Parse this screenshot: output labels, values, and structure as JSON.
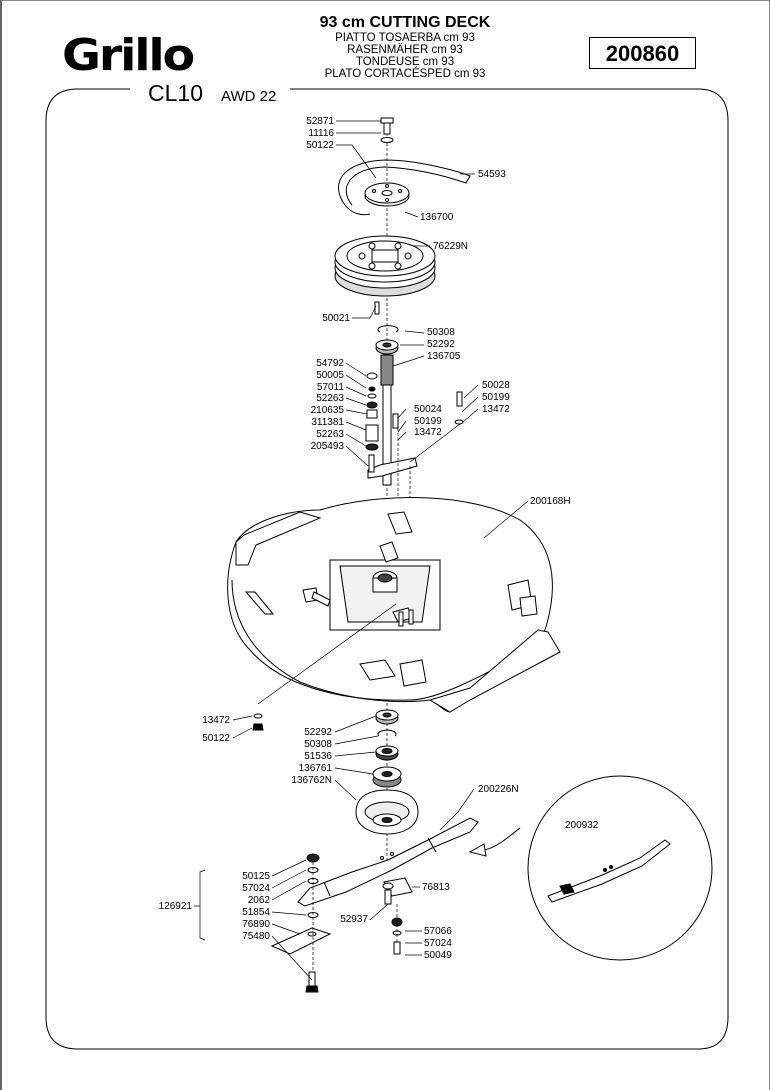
{
  "header": {
    "brand": "Grillo",
    "model": "CL10",
    "variant": "AWD 22",
    "title": "93 cm CUTTING DECK",
    "subtitles": [
      "PIATTO TOSAERBA cm 93",
      "RASENMÄHER cm 93",
      "TONDEUSE cm 93",
      "PLATO CORTACÉSPED cm 93"
    ],
    "code": "200860"
  },
  "parts": {
    "p52871": "52871",
    "p11116": "11116",
    "p50122a": "50122",
    "p54593": "54593",
    "p136700": "136700",
    "p76229N": "76229N",
    "p50021": "50021",
    "p50308a": "50308",
    "p52292a": "52292",
    "p136705": "136705",
    "p54792": "54792",
    "p50005": "50005",
    "p57011": "57011",
    "p52263a": "52263",
    "p210635": "210635",
    "p311381": "311381",
    "p52263b": "52263",
    "p205493": "205493",
    "p50024": "50024",
    "p50199a": "50199",
    "p13472a": "13472",
    "p50028": "50028",
    "p50199b": "50199",
    "p13472b": "13472",
    "p200168H": "200168H",
    "p13472c": "13472",
    "p50122b": "50122",
    "p52292b": "52292",
    "p50308b": "50308",
    "p51536": "51536",
    "p136761": "136761",
    "p136762N": "136762N",
    "p200226N": "200226N",
    "p200932": "200932",
    "p50125": "50125",
    "p57024a": "57024",
    "p2062": "2062",
    "p51854": "51854",
    "p76890": "76890",
    "p75480": "75480",
    "p126921": "126921",
    "p76813": "76813",
    "p52937": "52937",
    "p57066": "57066",
    "p57024b": "57024",
    "p50049": "50049"
  }
}
